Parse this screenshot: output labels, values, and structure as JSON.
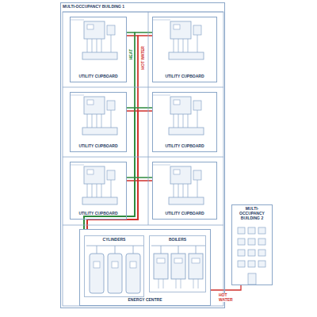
{
  "diagram": {
    "nodes": [
      {
        "text": [
          "MULTI-OCCUPANCY BUILDING 1"
        ]
      },
      {
        "text": [
          "UTILITY CUPBOARD"
        ],
        "in": 0
      },
      {
        "text": [
          "UTILITY CUPBOARD"
        ],
        "in": 0
      },
      {
        "text": [
          "UTILITY CUPBOARD"
        ],
        "in": 0
      },
      {
        "text": [
          "UTILITY CUPBOARD"
        ],
        "in": 0
      },
      {
        "text": [
          "UTILITY CUPBOARD"
        ],
        "in": 0
      },
      {
        "text": [
          "UTILITY CUPBOARD"
        ],
        "in": 0
      },
      {
        "text": [
          "ENERGY CENTRE"
        ],
        "in": 0
      },
      {
        "text": [
          "CYLINDERS"
        ],
        "in": 7
      },
      {
        "text": [
          "BOILERS"
        ],
        "in": 7
      },
      {
        "text": [
          "MULTI-OCCUPANCY BUILDING 2"
        ]
      }
    ],
    "edges": [
      {
        "from": 7,
        "to": 1,
        "arrow": "none"
      },
      {
        "from": 7,
        "to": 2,
        "arrow": "none"
      },
      {
        "from": 7,
        "to": 3,
        "arrow": "none"
      },
      {
        "from": 7,
        "to": 4,
        "arrow": "none"
      },
      {
        "from": 7,
        "to": 5,
        "arrow": "none"
      },
      {
        "from": 7,
        "to": 6,
        "arrow": "none"
      },
      {
        "from": 7,
        "to": 10,
        "label": "HOT WATER",
        "arrow": "none"
      }
    ],
    "labels": [
      "HEAT",
      "HOT WATER"
    ]
  }
}
